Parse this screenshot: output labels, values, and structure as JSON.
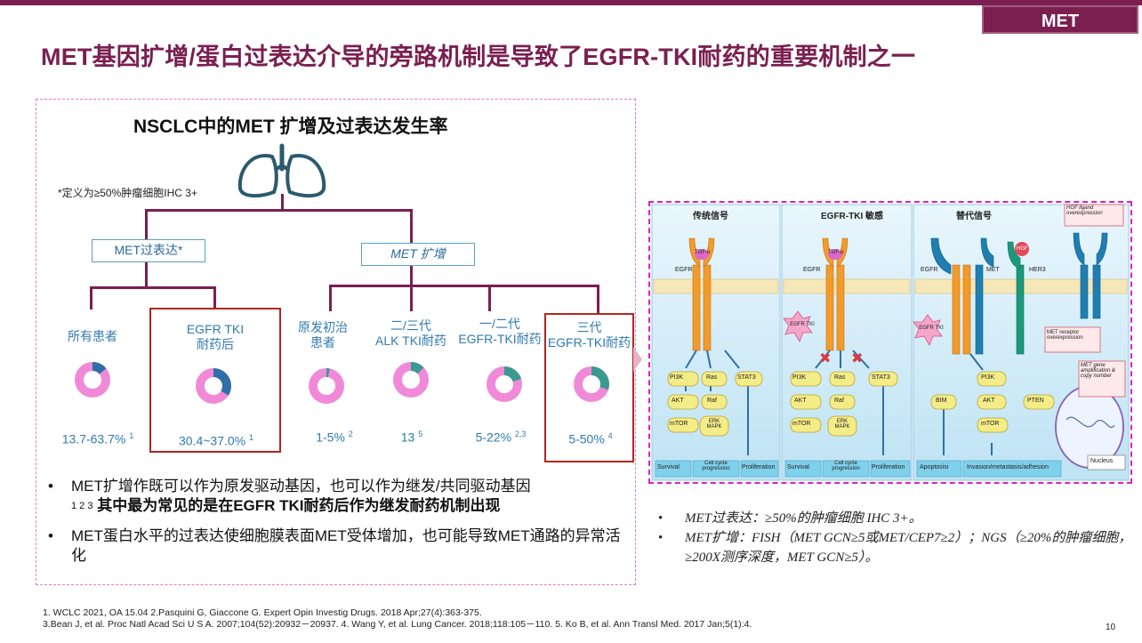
{
  "header": {
    "tag": "MET"
  },
  "title": "MET基因扩增/蛋白过表达介导的旁路机制是导致了EGFR-TKI耐药的重要机制之一",
  "left_panel": {
    "subtitle": "NSCLC中的MET 扩增及过表达发生率",
    "definition_note": "*定义为≥50%肿瘤细胞IHC 3+",
    "cat_overexpression": "MET过表达*",
    "cat_amplification": "MET 扩增",
    "groups": [
      {
        "label_l1": "所有患者",
        "label_l2": "",
        "value": "13.7-63.7%",
        "ref": "1",
        "fraction": 0.14
      },
      {
        "label_l1": "EGFR TKI",
        "label_l2": "耐药后",
        "value": "30.4~37.0%",
        "ref": "1",
        "fraction": 0.34
      },
      {
        "label_l1": "原发初治",
        "label_l2": "患者",
        "value": "1-5%",
        "ref": "2",
        "fraction": 0.03
      },
      {
        "label_l1": "二/三代",
        "label_l2": "ALK TKI耐药",
        "value": "13",
        "ref": "5",
        "fraction": 0.13
      },
      {
        "label_l1": "一/二代",
        "label_l2": "EGFR-TKI耐药",
        "value": "5-22%",
        "ref": "2,3",
        "fraction": 0.2
      },
      {
        "label_l1": "三代",
        "label_l2": "EGFR-TKI耐药",
        "value": "5-50%",
        "ref": "4",
        "fraction": 0.3
      }
    ],
    "bullets": [
      {
        "text": "MET扩增作既可以作为原发驱动基因，也可以作为继发/共同驱动基因",
        "sup": "1 2 3",
        "bold": "其中最为常见的是在EGFR TKI耐药后作为继发耐药机制出现"
      },
      {
        "text": "MET蛋白水平的过表达使细胞膜表面MET受体增加，也可能导致MET通路的异常活化",
        "sup": "",
        "bold": ""
      }
    ]
  },
  "diagram": {
    "sections": [
      "传统信号",
      "EGFR-TKI 敏感",
      "替代信号"
    ],
    "labels": {
      "egfr": "EGFR",
      "tgfa": "TGF-α",
      "egfr_tki": "EGFR TKI",
      "met": "MET",
      "hgf": "HGF",
      "her3": "HER3",
      "pi3k": "PI3K",
      "akt": "AKT",
      "mtor": "mTOR",
      "ras": "Ras",
      "raf": "Raf",
      "erk": "ERK MAPK",
      "stat3": "STAT3",
      "bim": "BIM",
      "pten": "PTEN",
      "survival": "Survival",
      "cellcycle": "Cell cycle progression",
      "proliferation": "Proliferation",
      "apoptosis": "Apoptosisi",
      "invasion": "Invasion/metastasis/adhesion",
      "hgf_ligand": "HGF ligand overexpression",
      "met_receptor": "MET receptor overexpression",
      "met_gene": "MET gene amplification & copy number",
      "nucleus": "Nucleus"
    }
  },
  "notes": [
    "MET过表达：≥50%的肿瘤细胞 IHC 3+。",
    "MET扩增：FISH（MET GCN≥5或MET/CEP7≥2）；NGS（≥20%的肿瘤细胞，≥200X测序深度，MET GCN≥5）。"
  ],
  "references": [
    "1. WCLC 2021, OA 15.04  2.Pasquini G, Giaccone G. Expert Opin Investig Drugs. 2018 Apr;27(4):363-375.",
    "3.Bean J, et al. Proc Natl Acad Sci U S A. 2007;104(52):20932－20937.     4. Wang Y, et al. Lung Cancer. 2018;118:105－110. 5. Ko B, et al. Ann Transl Med. 2017 Jan;5(1):4."
  ],
  "page_number": "10",
  "colors": {
    "brand": "#7a1f50",
    "donut_base": "#f08ad8",
    "donut_blue": "#2f6fa8",
    "donut_teal": "#3a9a90",
    "blue_text": "#2f7bb0"
  }
}
